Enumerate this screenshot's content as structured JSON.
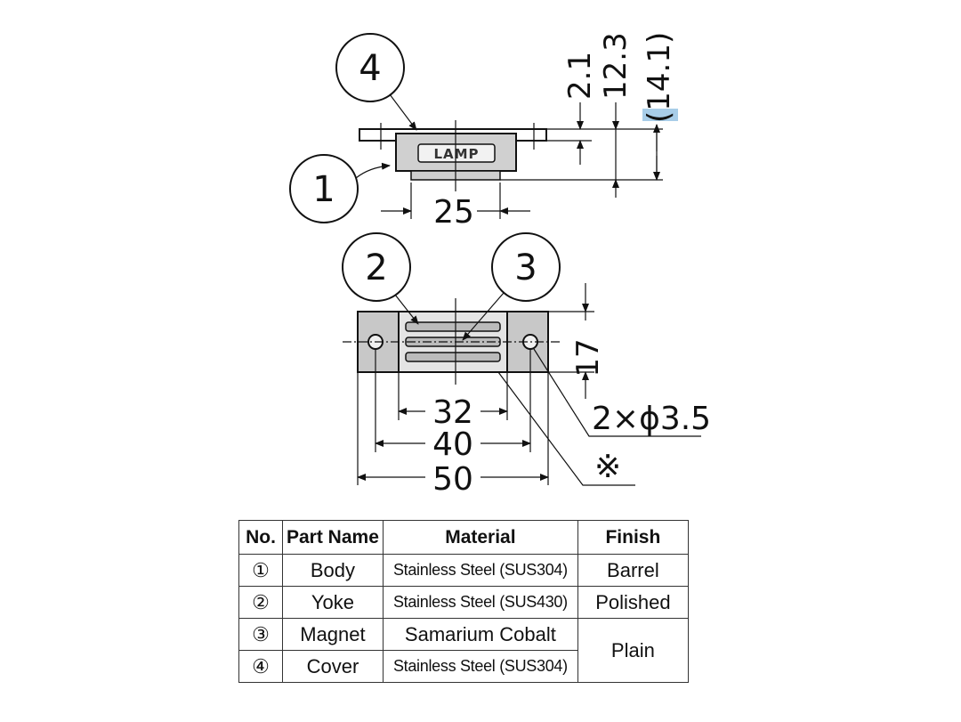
{
  "diagram": {
    "callouts": [
      "1",
      "2",
      "3",
      "4"
    ],
    "logo_text": "LAMP",
    "dimensions": {
      "side_width": "25",
      "cover_thickness": "2.1",
      "body_height": "12.3",
      "overall_height": "(14.1)",
      "body_width": "17",
      "yoke_length": "32",
      "hole_pitch": "40",
      "overall_length": "50",
      "hole_spec": "2×ϕ3.5",
      "note_mark": "※"
    }
  },
  "table": {
    "headers": [
      "No.",
      "Part Name",
      "Material",
      "Finish"
    ],
    "rows": [
      {
        "no": "①",
        "name": "Body",
        "material": "Stainless Steel (SUS304)",
        "finish": "Barrel"
      },
      {
        "no": "②",
        "name": "Yoke",
        "material": "Stainless Steel (SUS430)",
        "finish": "Polished"
      },
      {
        "no": "③",
        "name": "Magnet",
        "material": "Samarium Cobalt",
        "finish": "Plain"
      },
      {
        "no": "④",
        "name": "Cover",
        "material": "Stainless Steel (SUS304)",
        "finish": ""
      }
    ]
  }
}
